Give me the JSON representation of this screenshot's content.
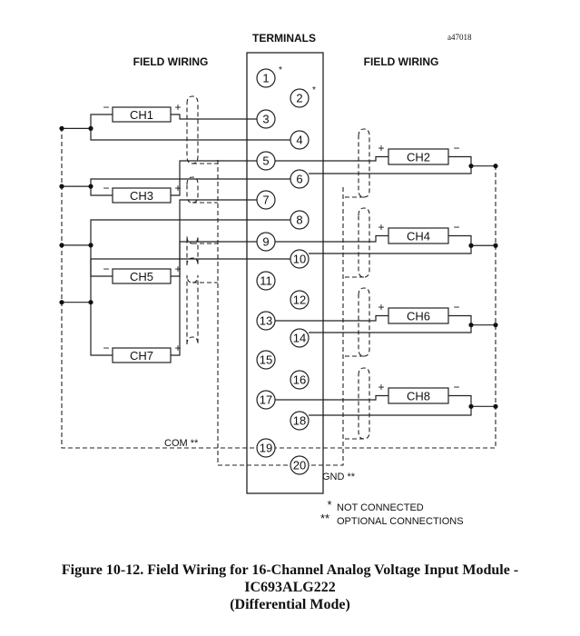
{
  "figure_id": "a47018",
  "terminals_heading": "TERMINALS",
  "field_wiring_left": "FIELD WIRING",
  "field_wiring_right": "FIELD WIRING",
  "terminals": [
    "1",
    "2",
    "3",
    "4",
    "5",
    "6",
    "7",
    "8",
    "9",
    "10",
    "11",
    "12",
    "13",
    "14",
    "15",
    "16",
    "17",
    "18",
    "19",
    "20"
  ],
  "not_connected_terminals": [
    "1",
    "2"
  ],
  "channels_left": [
    "CH1",
    "CH3",
    "CH5",
    "CH7"
  ],
  "channels_right": [
    "CH2",
    "CH4",
    "CH6",
    "CH8"
  ],
  "plus_sign": "+",
  "minus_sign": "−",
  "com_label": "COM **",
  "gnd_label": "GND **",
  "legend": {
    "not_connected_symbol": "*",
    "not_connected_text": "NOT CONNECTED",
    "optional_symbol": "**",
    "optional_text": "OPTIONAL CONNECTIONS"
  },
  "caption": {
    "line1": "Figure 10-12.  Field Wiring for 16-Channel Analog Voltage Input Module -",
    "line2": "IC693ALG222",
    "line3": "(Differential Mode)"
  }
}
